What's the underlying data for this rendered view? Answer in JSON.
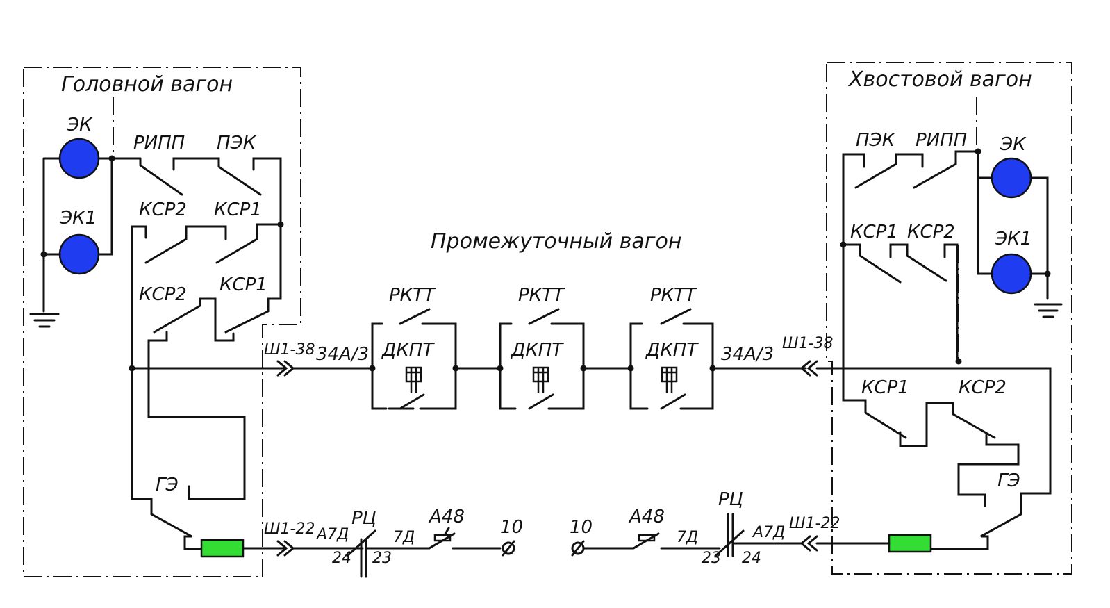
{
  "colors": {
    "lamp": "#1f3cf0",
    "heater": "#33dd33",
    "line": "#111111",
    "background": "#ffffff"
  },
  "head_car": {
    "title": "Головной вагон",
    "lamp_1": "ЭК",
    "lamp_2": "ЭК1",
    "relay_ripp": "РИПП",
    "relay_pek": "ПЭК",
    "relay_ksr2_a": "КСР2",
    "relay_ksr1_a": "КСР1",
    "relay_ksr2_b": "КСР2",
    "relay_ksr1_b": "КСР1",
    "heater_switch": "ГЭ",
    "connector_top": "Ш1-38",
    "connector_bottom": "Ш1-22"
  },
  "middle_car": {
    "title": "Промежуточный вагон",
    "wire_left": "34А/3",
    "wire_right": "34А/3",
    "relays": [
      "РКТТ",
      "РКТТ",
      "РКТТ"
    ],
    "sensors": [
      "ДКПТ",
      "ДКПТ",
      "ДКПТ"
    ]
  },
  "tail_car": {
    "title": "Хвостовой вагон",
    "lamp_1": "ЭК",
    "lamp_2": "ЭК1",
    "relay_pek": "ПЭК",
    "relay_ripp": "РИПП",
    "relay_ksr1_a": "КСР1",
    "relay_ksr2_a": "КСР2",
    "relay_ksr1_b": "КСР1",
    "relay_ksr2_b": "КСР2",
    "heater_switch": "ГЭ",
    "connector_top": "Ш1-38",
    "connector_bottom": "Ш1-22"
  },
  "bottom_left": {
    "wire_a7d": "А7Д",
    "relay_rts": "РЦ",
    "pin_24": "24",
    "pin_23": "23",
    "wire_7d": "7Д",
    "breaker": "А48",
    "terminal": "10"
  },
  "bottom_right": {
    "terminal": "10",
    "breaker": "А48",
    "wire_7d": "7Д",
    "relay_rts": "РЦ",
    "pin_23": "23",
    "wire_a7d": "А7Д",
    "pin_24": "24"
  }
}
